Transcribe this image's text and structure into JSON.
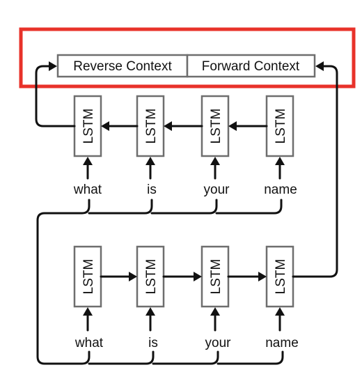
{
  "context": {
    "reverse_label": "Reverse Context",
    "forward_label": "Forward Context"
  },
  "top_row": {
    "cell_label": "LSTM",
    "words": [
      "what",
      "is",
      "your",
      "name"
    ]
  },
  "bottom_row": {
    "cell_label": "LSTM",
    "words": [
      "what",
      "is",
      "your",
      "name"
    ]
  },
  "colors": {
    "highlight": "#e8322a",
    "box_stroke": "#6e6e6e",
    "wire": "#111111"
  }
}
